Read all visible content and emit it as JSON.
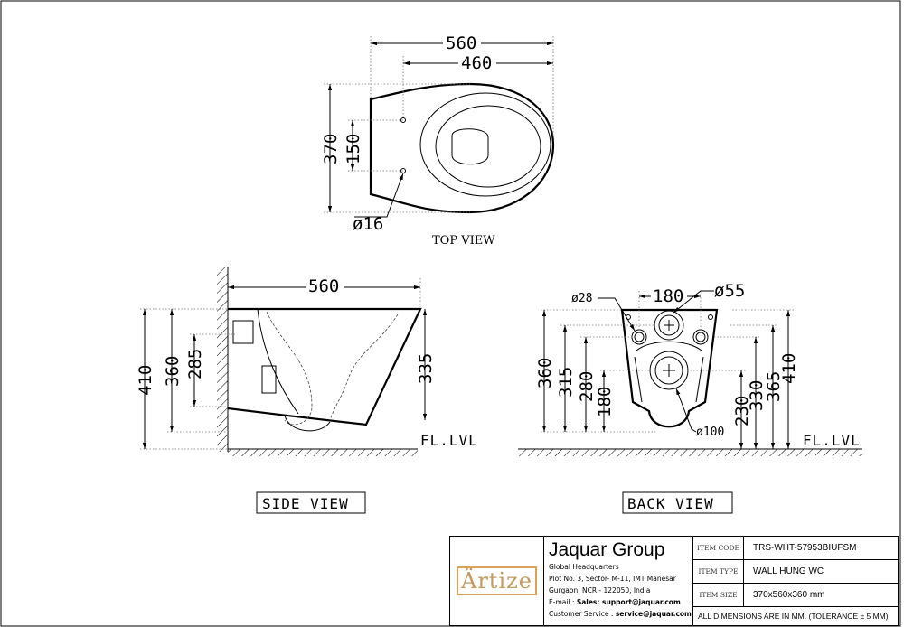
{
  "top_view": {
    "caption": "TOP VIEW",
    "dims": {
      "length": "560",
      "bowl_length": "460",
      "width": "370",
      "hole_spacing": "150",
      "hole_dia": "ø16"
    }
  },
  "side_view": {
    "caption": "SIDE VIEW",
    "dims": {
      "length": "560",
      "height": "410",
      "rim_height": "360",
      "outlet_height": "285",
      "front_height": "335"
    },
    "floor": "FL.LVL"
  },
  "back_view": {
    "caption": "BACK VIEW",
    "dims": {
      "inlet_spacing": "180",
      "inlet_dia": "ø55",
      "fixing_dia": "ø28",
      "outlet_dia": "ø100",
      "l360": "360",
      "l315": "315",
      "l280": "280",
      "l180": "180",
      "r230": "230",
      "r330": "330",
      "r365": "365",
      "r410": "410"
    },
    "floor": "FL.LVL"
  },
  "title_block": {
    "logo": "Ärtize",
    "company": "Jaquar Group",
    "address": [
      "Global Headquarters",
      "Plot No. 3, Sector- M-11, IMT Manesar",
      "Gurgaon, NCR - 122050, India"
    ],
    "email_label": "E-mail : ",
    "email_value": "Sales: support@jaquar.com",
    "service_label": "Customer Service : ",
    "service_value": "service@jaquar.com",
    "rows": [
      {
        "k": "ITEM CODE",
        "v": "TRS-WHT-57953BIUFSM"
      },
      {
        "k": "ITEM TYPE",
        "v": "WALL HUNG WC"
      },
      {
        "k": "ITEM SIZE",
        "v": "370x560x360 mm"
      }
    ],
    "note": "ALL DIMENSIONS ARE IN MM. (TOLERANCE ± 5 MM)"
  }
}
